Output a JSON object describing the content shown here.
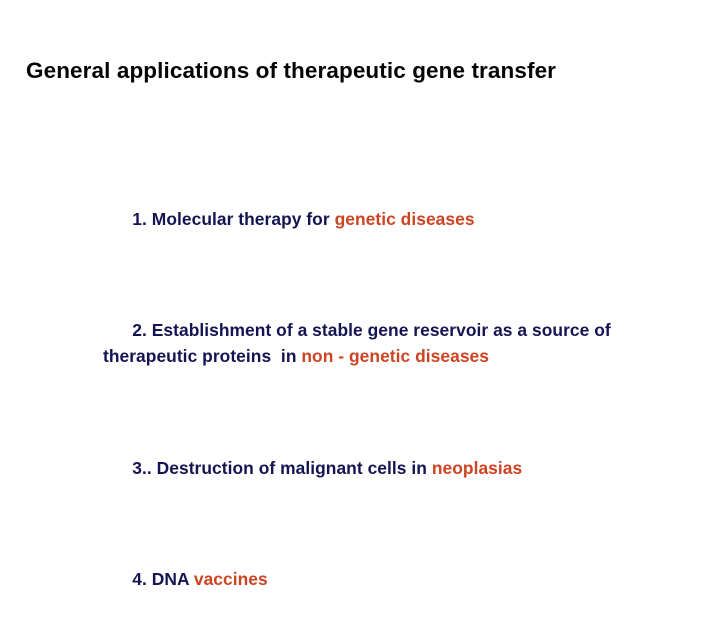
{
  "slide": {
    "title": "General applications of therapeutic gene transfer",
    "colors": {
      "background": "#ffffff",
      "title": "#050505",
      "body": "#141452",
      "highlight": "#cc4422"
    },
    "items": [
      {
        "number": "1.",
        "text_plain": "1. Molecular therapy for genetic diseases",
        "lead": "1. Molecular therapy for ",
        "highlight": "genetic diseases",
        "trail": ""
      },
      {
        "number": "2.",
        "text_plain": "2. Establishment of a stable gene reservoir as a source of therapeutic proteins  in non - genetic diseases",
        "lead": "2. Establishment of a stable gene reservoir as a source of therapeutic proteins  in ",
        "highlight": "non - genetic diseases",
        "trail": ""
      },
      {
        "number": "3..",
        "text_plain": "3.. Destruction of malignant cells in neoplasias",
        "lead": "3.. Destruction of malignant cells in ",
        "highlight": "neoplasias",
        "trail": ""
      },
      {
        "number": "4.",
        "text_plain": "4. DNA vaccines",
        "lead": "4. DNA ",
        "highlight": "vaccines",
        "trail": ""
      }
    ]
  }
}
